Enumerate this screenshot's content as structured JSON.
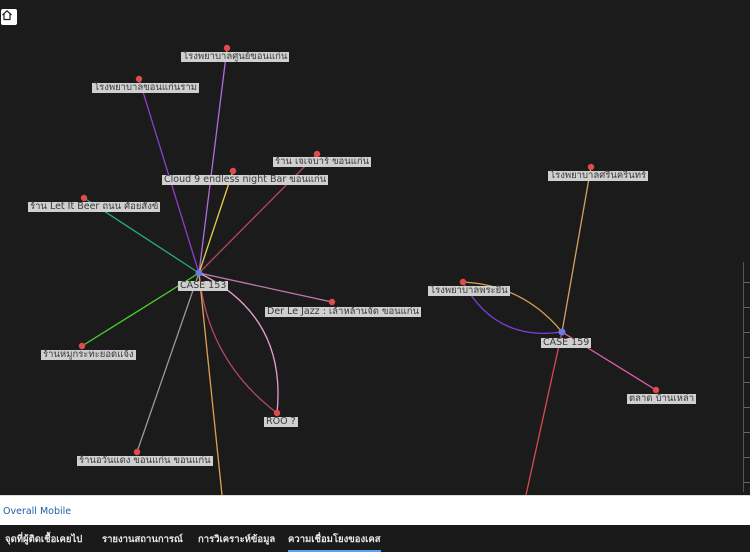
{
  "graph": {
    "edges": [
      [
        "case153",
        "hosp_khonkaen_mid"
      ],
      [
        "case153",
        "hosp_khonkaen_ram"
      ],
      [
        "case153",
        "bar_kotcha"
      ],
      [
        "case153",
        "cloud9"
      ],
      [
        "case153",
        "let_it_beer"
      ],
      [
        "case153",
        "der_le_jazz"
      ],
      [
        "case153",
        "ran_mookatha"
      ],
      [
        "case153",
        "ran_wanyaeng"
      ],
      [
        "case153",
        "roo"
      ],
      [
        "case153",
        "bottom_a"
      ],
      [
        "case159",
        "hosp_srinakarin"
      ],
      [
        "case159",
        "hosp_phon"
      ],
      [
        "case159",
        "talad_banhao"
      ],
      [
        "case159",
        "bottom_b"
      ]
    ],
    "edge_colors": {
      "hosp_khonkaen_mid": "#b06be0",
      "hosp_khonkaen_ram": "#8a3fd0",
      "bar_kotcha": "#b04a5a",
      "cloud9": "#e8d04a",
      "let_it_beer": "#2aa88a",
      "der_le_jazz": "#c07ab0",
      "ran_mookatha": "#44d12a",
      "ran_wanyaeng": "#999999",
      "roo": "#e2a0cf",
      "bottom_a": "#e0a050",
      "hosp_srinakarin": "#d7a060",
      "hosp_phon": "#8040e0",
      "talad_banhao": "#e060b0",
      "bottom_b": "#d84a4a"
    },
    "nodes": [
      {
        "id": "case153",
        "label": "CASE 153",
        "hub": true
      },
      {
        "id": "case159",
        "label": "CASE 159",
        "hub": true
      },
      {
        "id": "hosp_khonkaen_mid",
        "label": "โรงพยาบาลศูนย์ขอนแก่น"
      },
      {
        "id": "hosp_khonkaen_ram",
        "label": "โรงพยาบาลขอนแก่นราม"
      },
      {
        "id": "bar_kotcha",
        "label": "ร้าน เจเจบาร์ ขอนแก่น"
      },
      {
        "id": "cloud9",
        "label": "Cloud 9 endless night Bar ขอนแก่น"
      },
      {
        "id": "let_it_beer",
        "label": "ร้าน Let It Beer ถนน ศ้อยสังข์"
      },
      {
        "id": "der_le_jazz",
        "label": "Der Le Jazz : เล้าหล้านจัด ขอนแก่น"
      },
      {
        "id": "ran_mookatha",
        "label": "ร้านหมูกระทะยอดแจ้ง"
      },
      {
        "id": "ran_wanyaeng",
        "label": "ร้านอวันแดง ขอนแก่น ขอนแก่น"
      },
      {
        "id": "roo",
        "label": "ROO ?"
      },
      {
        "id": "bottom_a",
        "label": ""
      },
      {
        "id": "hosp_srinakarin",
        "label": "โรงพยาบาลศรีนครินทร์"
      },
      {
        "id": "hosp_phon",
        "label": "โรงพยาบาลพระยืน"
      },
      {
        "id": "talad_banhao",
        "label": "ตลาด บ้านเหล่า"
      },
      {
        "id": "bottom_b",
        "label": ""
      }
    ]
  },
  "footer": {
    "title": "Overall Mobile"
  },
  "tabs": [
    {
      "label": "จุดที่ผู้ติดเชื้อเคยไป"
    },
    {
      "label": "รายงานสถานการณ์"
    },
    {
      "label": "การวิเคราะห์ข้อมูล"
    },
    {
      "label": "ความเชื่อมโยงของเคส",
      "active": true
    }
  ]
}
